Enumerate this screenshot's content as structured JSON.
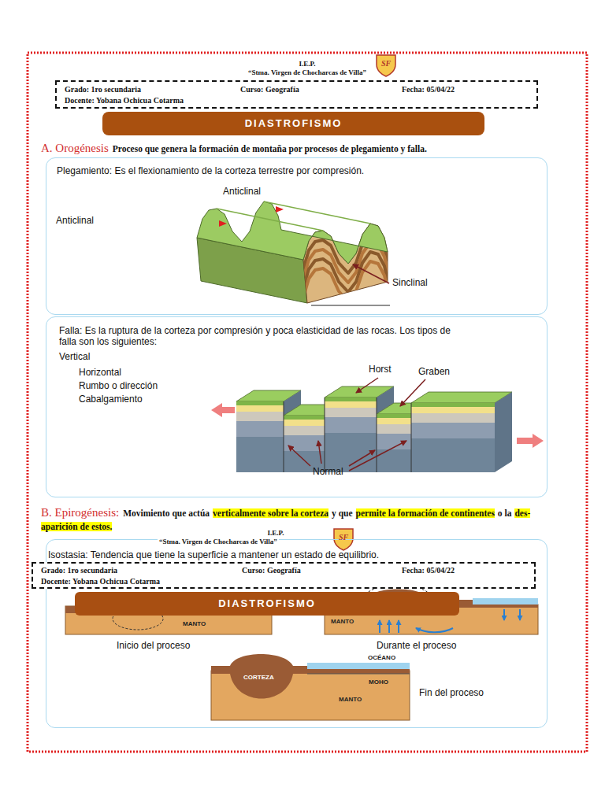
{
  "diagram": {
    "title": "DIASTROFISMO",
    "nodes": [
      {
        "text": [
          "Grado: 1ro secundaria",
          "Curso: Geografía",
          "Fecha: 05/04/22",
          "Docente: Yobana Ochicua Cotarma"
        ]
      },
      {
        "text": [
          "Plegamiento: Es el flexionamiento de la corteza terrestre por compresión."
        ]
      },
      {
        "text": [
          "Falla: Es la ruptura de la corteza por compresión y poca elasticidad de las rocas. Los tipos de falla son los siguientes:"
        ]
      },
      {
        "text": [
          "Isostasia: Tendencia que tiene la superficie a mantener un estado de equilibrio."
        ]
      },
      {
        "text": [
          "Grado: 1ro secundaria",
          "Curso: Geografía",
          "Fecha: 05/04/22",
          "Docente: Yobana Ochicua Cotarma"
        ]
      },
      {
        "text": [
          "DIASTROFISMO"
        ]
      }
    ],
    "labels": [
      "I.E.P.",
      "“Stma. Virgen de Chocharcas de Villa”",
      "SF",
      "A. Orogénesis",
      "Proceso que genera la formación de montaña por procesos de plegamiento y falla.",
      "Anticlinal",
      "Anticlinal",
      "Sinclinal",
      "Vertical",
      "Horizontal",
      "Rumbo o dirección",
      "Cabalgamiento",
      "Horst",
      "Graben",
      "Normal",
      "B. Epirogénesis:",
      "Movimiento que actúa",
      "verticalmente sobre la corteza",
      "y que",
      "permite la formación de continentes",
      "o la",
      "des- aparición de estos.",
      "I.E.P.",
      "“Stma. Virgen de Chocharcas de Villa”",
      "SF",
      "MANTO",
      "Inicio del proceso",
      "MANTO",
      "Durante el proceso",
      "CORTEZA",
      "OCÉANO",
      "MOHO",
      "MANTO",
      "Fin del proceso"
    ]
  }
}
